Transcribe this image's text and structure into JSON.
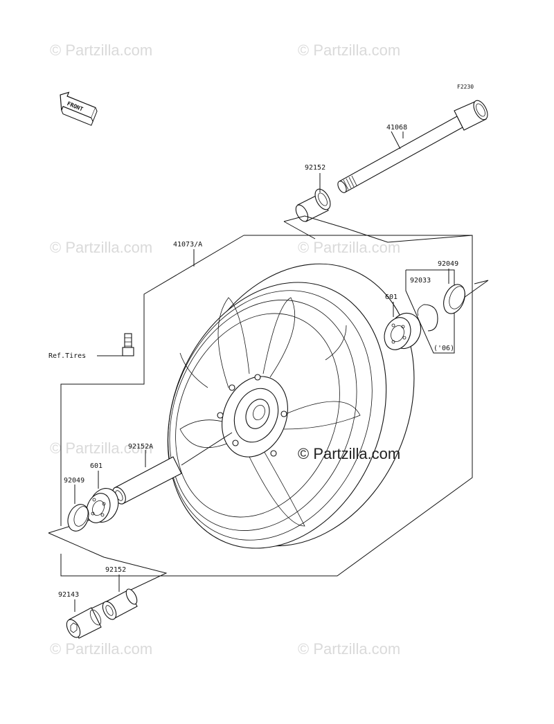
{
  "diagram": {
    "ref_code": "F2230",
    "front_label": "FRONT",
    "watermark": "© Partzilla.com",
    "watermark_main": "© Partzilla.com",
    "labels": {
      "axle": "41068",
      "collar_top": "92152",
      "wheel": "41073/A",
      "seal_right": "92049",
      "circlip": "92033",
      "circlip_note": "('06)",
      "bearing_right": "601",
      "ref_tires": "Ref.Tires",
      "spacer": "92152A",
      "bearing_left": "601",
      "seal_left": "92049",
      "collar_bottom": "92152",
      "nut": "92143"
    }
  }
}
